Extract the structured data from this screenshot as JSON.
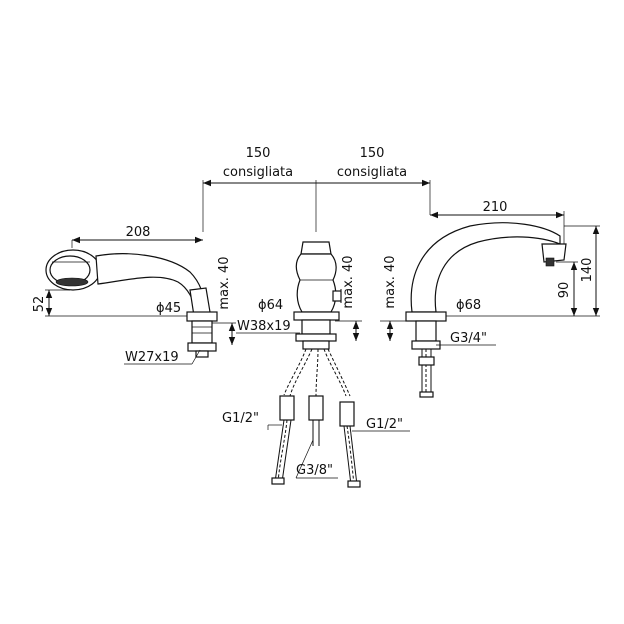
{
  "dimensions": {
    "spacing_left": "150",
    "spacing_left_note": "consigliata",
    "spacing_right": "150",
    "spacing_right_note": "consigliata",
    "handshower_length": "208",
    "handshower_height": "52",
    "handshower_base_dia": "ϕ45",
    "handshower_max": "max. 40",
    "handshower_thread": "W27x19",
    "mixer_base_dia": "ϕ64",
    "mixer_max": "max. 40",
    "mixer_thread": "W38x19",
    "spout_length": "210",
    "spout_height_90": "90",
    "spout_height_140": "140",
    "spout_base_dia": "ϕ68",
    "spout_max": "max. 40",
    "spout_thread": "G3/4\"",
    "hose_left_thread": "G1/2\"",
    "hose_right_thread": "G1/2\"",
    "hose_center_thread": "G3/8\""
  }
}
